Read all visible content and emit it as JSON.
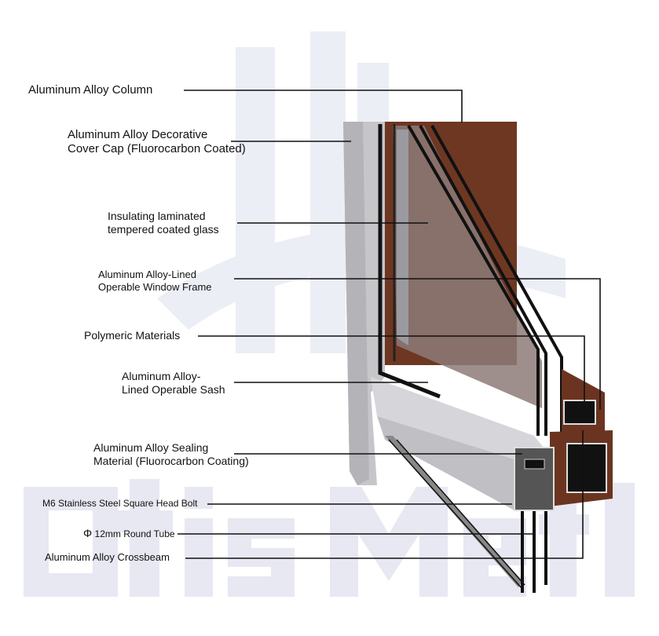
{
  "watermark": "Otis Metal",
  "labels": {
    "column": "Aluminum Alloy Column",
    "cover_cap_1": "Aluminum Alloy Decorative",
    "cover_cap_2": "Cover Cap (Fluorocarbon Coated)",
    "glass_1": "Insulating laminated",
    "glass_2": "tempered coated glass",
    "frame_1": "Aluminum Alloy-Lined",
    "frame_2": "Operable Window Frame",
    "polymeric": "Polymeric Materials",
    "sash_1": "Aluminum Alloy-",
    "sash_2": "Lined Operable Sash",
    "sealing_1": "Aluminum Alloy Sealing",
    "sealing_2": "Material (Fluorocarbon Coating)",
    "bolt": "M6 Stainless Steel Square Head Bolt",
    "tube_symbol": "Φ",
    "tube": "12mm Round Tube",
    "crossbeam": "Aluminum Alloy Crossbeam"
  },
  "colors": {
    "watermark": "#e7e8f2",
    "wood": "#6b3420",
    "aluminum": "#c9c9cc",
    "leader": "#111111"
  }
}
